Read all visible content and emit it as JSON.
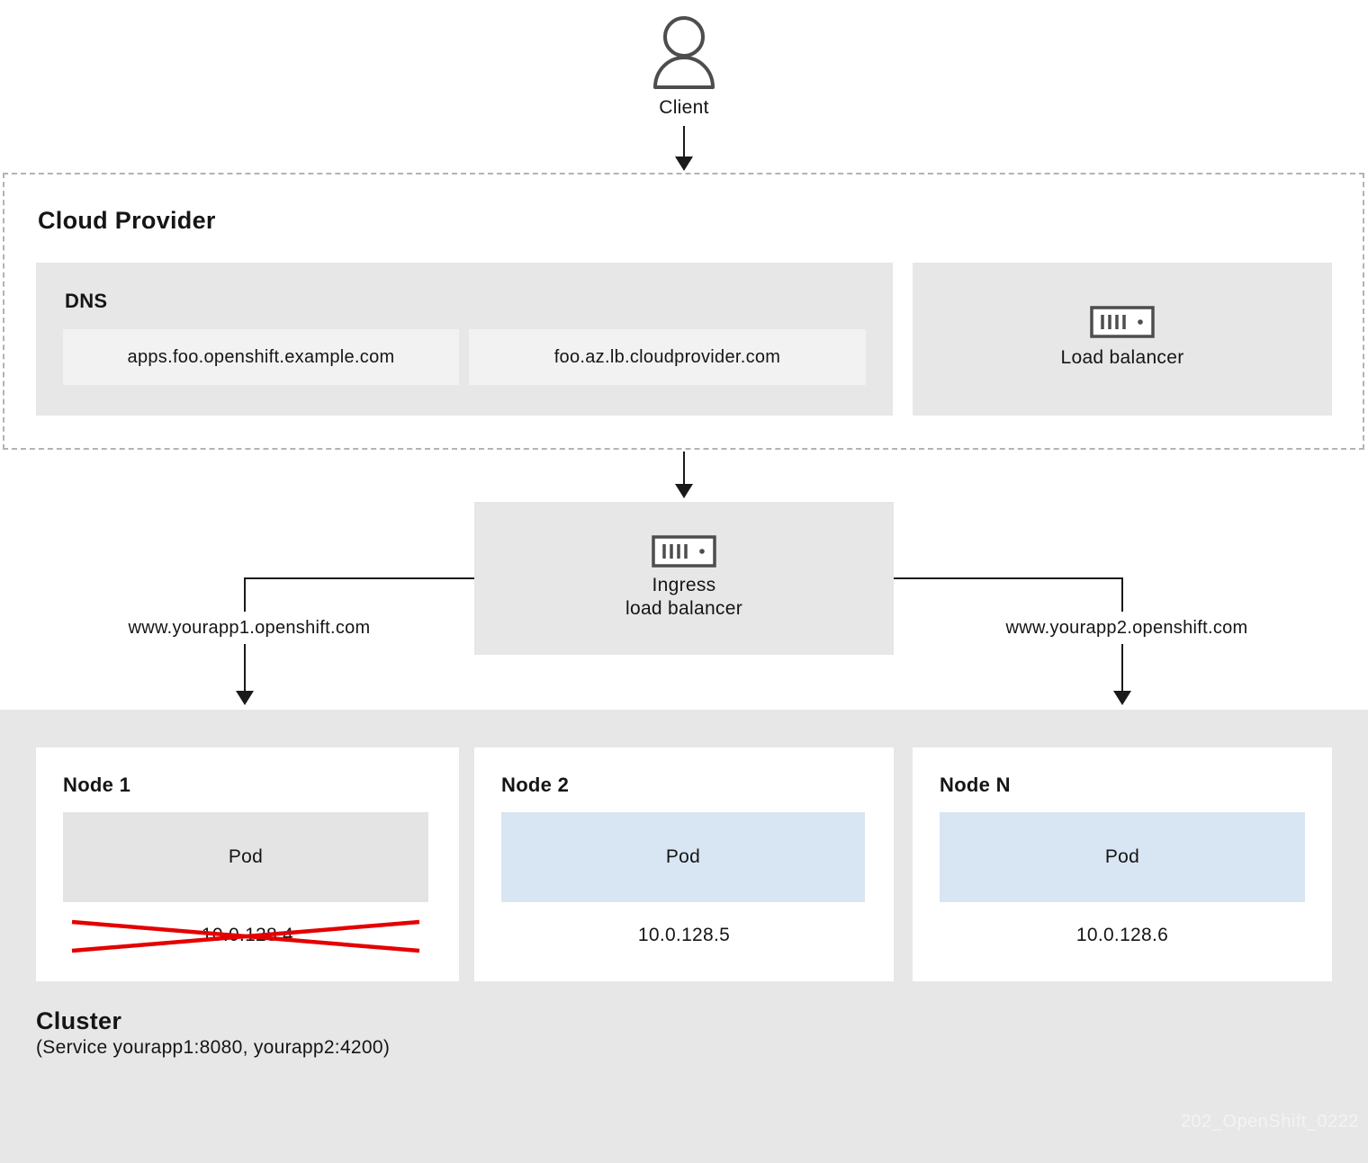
{
  "client": {
    "label": "Client"
  },
  "cloud_provider": {
    "title": "Cloud Provider",
    "dns": {
      "title": "DNS",
      "entries": [
        "apps.foo.openshift.example.com",
        "foo.az.lb.cloudprovider.com"
      ]
    },
    "load_balancer": {
      "label": "Load balancer"
    }
  },
  "ingress": {
    "label_line1": "Ingress",
    "label_line2": "load balancer"
  },
  "routes": {
    "left": "www.yourapp1.openshift.com",
    "right": "www.yourapp2.openshift.com"
  },
  "cluster": {
    "title": "Cluster",
    "subtitle": "(Service yourapp1:8080, yourapp2:4200)",
    "nodes": [
      {
        "name": "Node 1",
        "pod": "Pod",
        "ip": "10.0.128.4",
        "failed": true
      },
      {
        "name": "Node 2",
        "pod": "Pod",
        "ip": "10.0.128.5",
        "failed": false
      },
      {
        "name": "Node N",
        "pod": "Pod",
        "ip": "10.0.128.6",
        "failed": false
      }
    ]
  },
  "watermark": "202_OpenShift_0222",
  "colors": {
    "box_gray": "#e7e7e7",
    "entry_gray": "#f2f2f2",
    "pod_gray": "#e4e4e4",
    "pod_blue": "#d8e6f3",
    "line_black": "#1a1a1a",
    "icon_gray": "#4d4d4d",
    "failed_cross_red": "#e40000",
    "dashed_border_gray": "#b3b3b3",
    "watermark_gray": "#f3f3f3"
  }
}
